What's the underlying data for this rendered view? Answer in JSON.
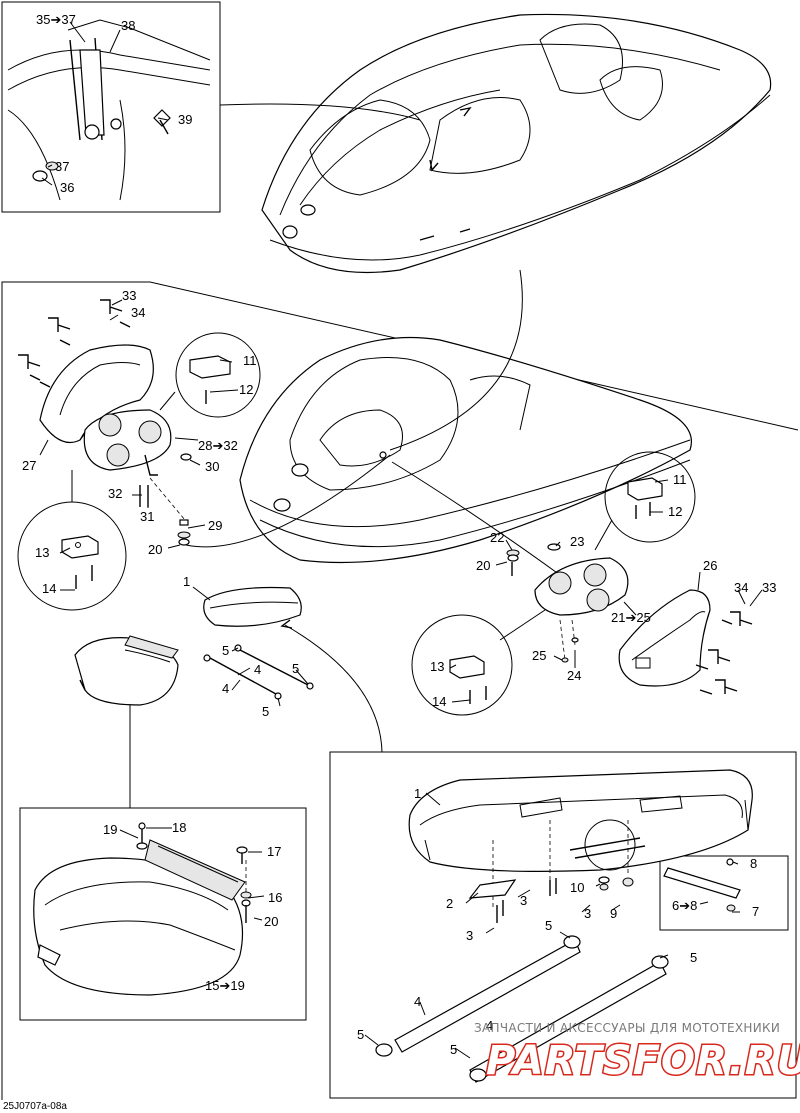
{
  "diagram_code": "25J0707a-08a",
  "watermark": {
    "caption": "ЗАПЧАСТИ И АКСЕССУАРЫ ДЛЯ МОТОТЕХНИКИ",
    "logo_text": "PARTSFOR.RU"
  },
  "callouts": [
    {
      "id": "c1",
      "text": "35➔37"
    },
    {
      "id": "c2",
      "text": "38"
    },
    {
      "id": "c3",
      "text": "39"
    },
    {
      "id": "c4",
      "text": "37"
    },
    {
      "id": "c5",
      "text": "36"
    },
    {
      "id": "c6",
      "text": "33"
    },
    {
      "id": "c7",
      "text": "34"
    },
    {
      "id": "c8",
      "text": "11"
    },
    {
      "id": "c9",
      "text": "12"
    },
    {
      "id": "c10",
      "text": "28➔32"
    },
    {
      "id": "c11",
      "text": "30"
    },
    {
      "id": "c12",
      "text": "27"
    },
    {
      "id": "c13",
      "text": "32"
    },
    {
      "id": "c14",
      "text": "31"
    },
    {
      "id": "c15",
      "text": "29"
    },
    {
      "id": "c16",
      "text": "20"
    },
    {
      "id": "c17",
      "text": "13"
    },
    {
      "id": "c18",
      "text": "14"
    },
    {
      "id": "c19",
      "text": "1"
    },
    {
      "id": "c20",
      "text": "5"
    },
    {
      "id": "c21",
      "text": "4"
    },
    {
      "id": "c22",
      "text": "5"
    },
    {
      "id": "c23",
      "text": "4"
    },
    {
      "id": "c24",
      "text": "5"
    },
    {
      "id": "c25",
      "text": "22"
    },
    {
      "id": "c26",
      "text": "23"
    },
    {
      "id": "c27",
      "text": "20"
    },
    {
      "id": "c28",
      "text": "11"
    },
    {
      "id": "c29",
      "text": "12"
    },
    {
      "id": "c30",
      "text": "26"
    },
    {
      "id": "c31",
      "text": "21➔25"
    },
    {
      "id": "c32",
      "text": "34"
    },
    {
      "id": "c33",
      "text": "33"
    },
    {
      "id": "c34",
      "text": "25"
    },
    {
      "id": "c35",
      "text": "24"
    },
    {
      "id": "c36",
      "text": "13"
    },
    {
      "id": "c37",
      "text": "14"
    },
    {
      "id": "c38",
      "text": "19"
    },
    {
      "id": "c39",
      "text": "18"
    },
    {
      "id": "c40",
      "text": "17"
    },
    {
      "id": "c41",
      "text": "16"
    },
    {
      "id": "c42",
      "text": "20"
    },
    {
      "id": "c43",
      "text": "15➔19"
    },
    {
      "id": "c44",
      "text": "1"
    },
    {
      "id": "c45",
      "text": "8"
    },
    {
      "id": "c46",
      "text": "10"
    },
    {
      "id": "c47",
      "text": "2"
    },
    {
      "id": "c48",
      "text": "3"
    },
    {
      "id": "c49",
      "text": "3"
    },
    {
      "id": "c50",
      "text": "3"
    },
    {
      "id": "c51",
      "text": "9"
    },
    {
      "id": "c52",
      "text": "6➔8"
    },
    {
      "id": "c53",
      "text": "7"
    },
    {
      "id": "c54",
      "text": "5"
    },
    {
      "id": "c55",
      "text": "5"
    },
    {
      "id": "c56",
      "text": "4"
    },
    {
      "id": "c57",
      "text": "4"
    },
    {
      "id": "c58",
      "text": "5"
    },
    {
      "id": "c59",
      "text": "5"
    }
  ]
}
